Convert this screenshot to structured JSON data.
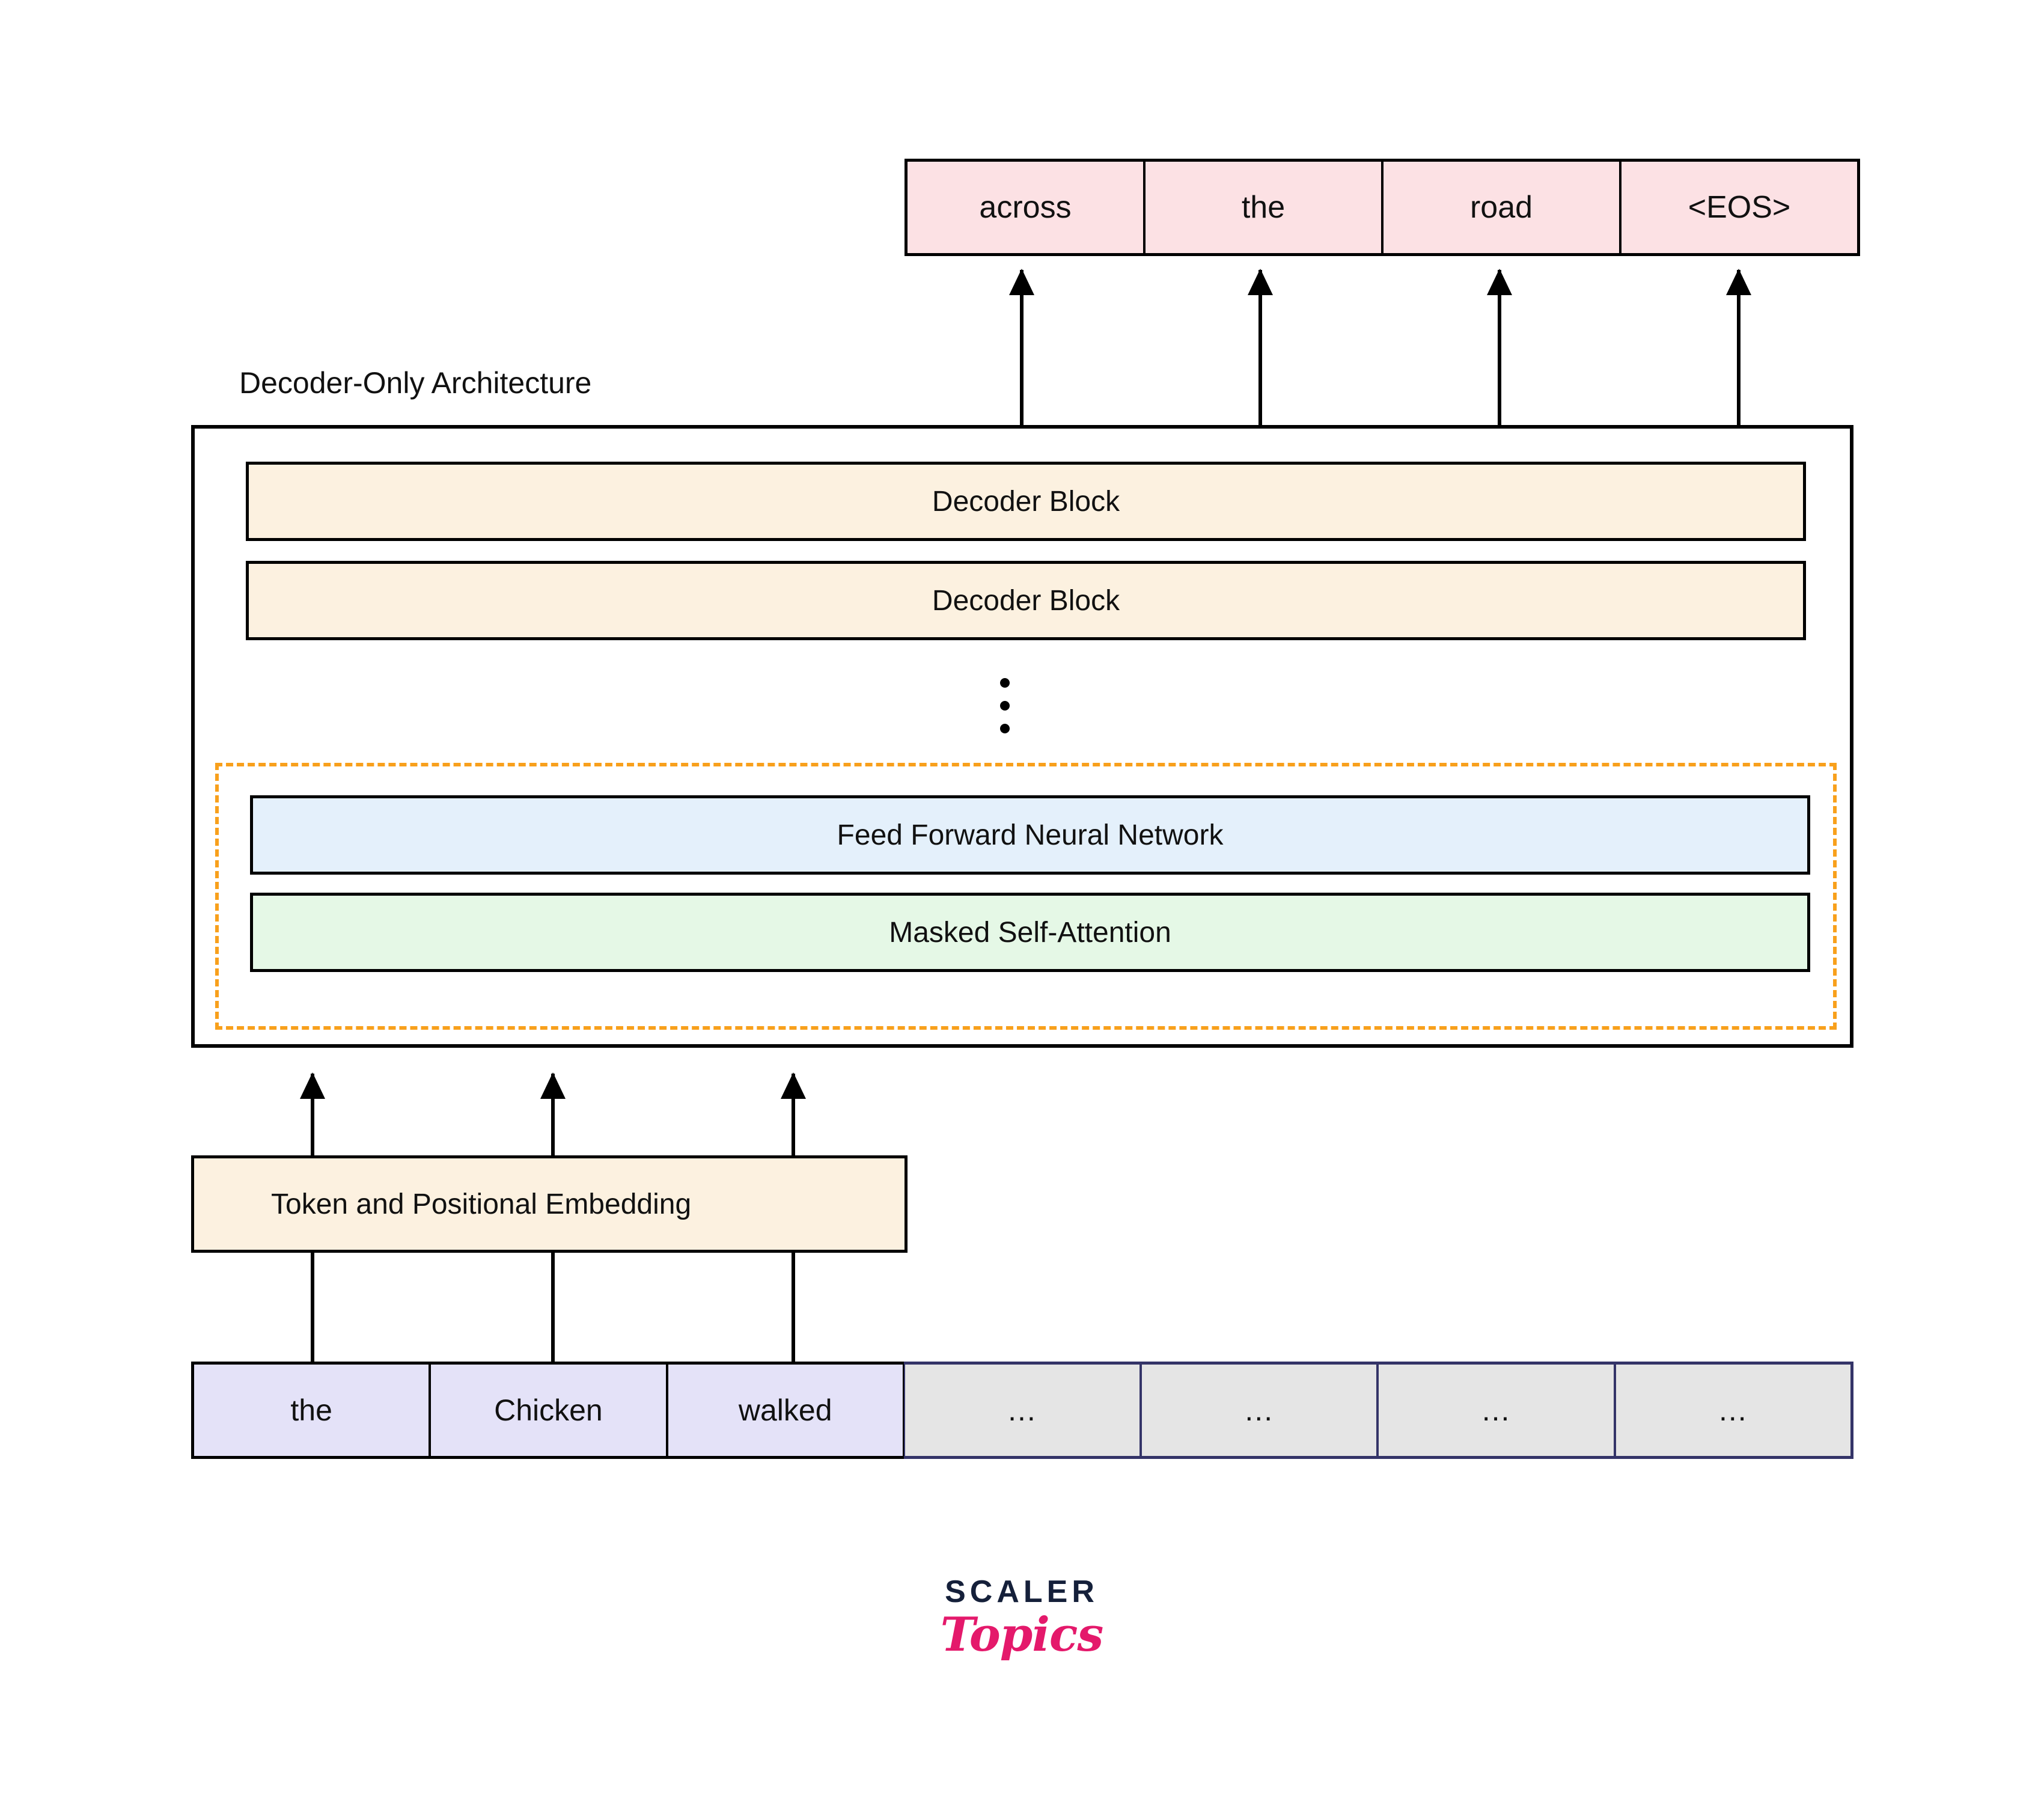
{
  "diagram": {
    "title": "Decoder-Only Architecture",
    "output_tokens": [
      "across",
      "the",
      "road",
      "<EOS>"
    ],
    "decoder_blocks": [
      "Decoder Block",
      "Decoder Block"
    ],
    "ellipsis_indicator": "vertical-dots",
    "expanded_block": {
      "feed_forward": "Feed Forward Neural Network",
      "masked_attention": "Masked Self-Attention"
    },
    "embedding_label": "Token and Positional Embedding",
    "input_tokens": [
      "the",
      "Chicken",
      "walked",
      "...",
      "...",
      "...",
      "..."
    ],
    "arrow_count_output": 4,
    "arrow_count_input": 3
  },
  "logo": {
    "primary": "SCALER",
    "secondary": "Topics"
  },
  "colors": {
    "output_token_fill": "#fce1e4",
    "decoder_block_fill": "#fcf1e0",
    "feed_forward_fill": "#e4f0fb",
    "masked_attention_fill": "#e5f8e6",
    "dashed_border": "#f8a01c",
    "input_word_fill": "#e4e2f8",
    "input_ellipsis_fill": "#e5e5e5",
    "input_ellipsis_border": "#343468",
    "stroke": "#000000",
    "logo_primary": "#15203a",
    "logo_secondary": "#e4196b"
  }
}
